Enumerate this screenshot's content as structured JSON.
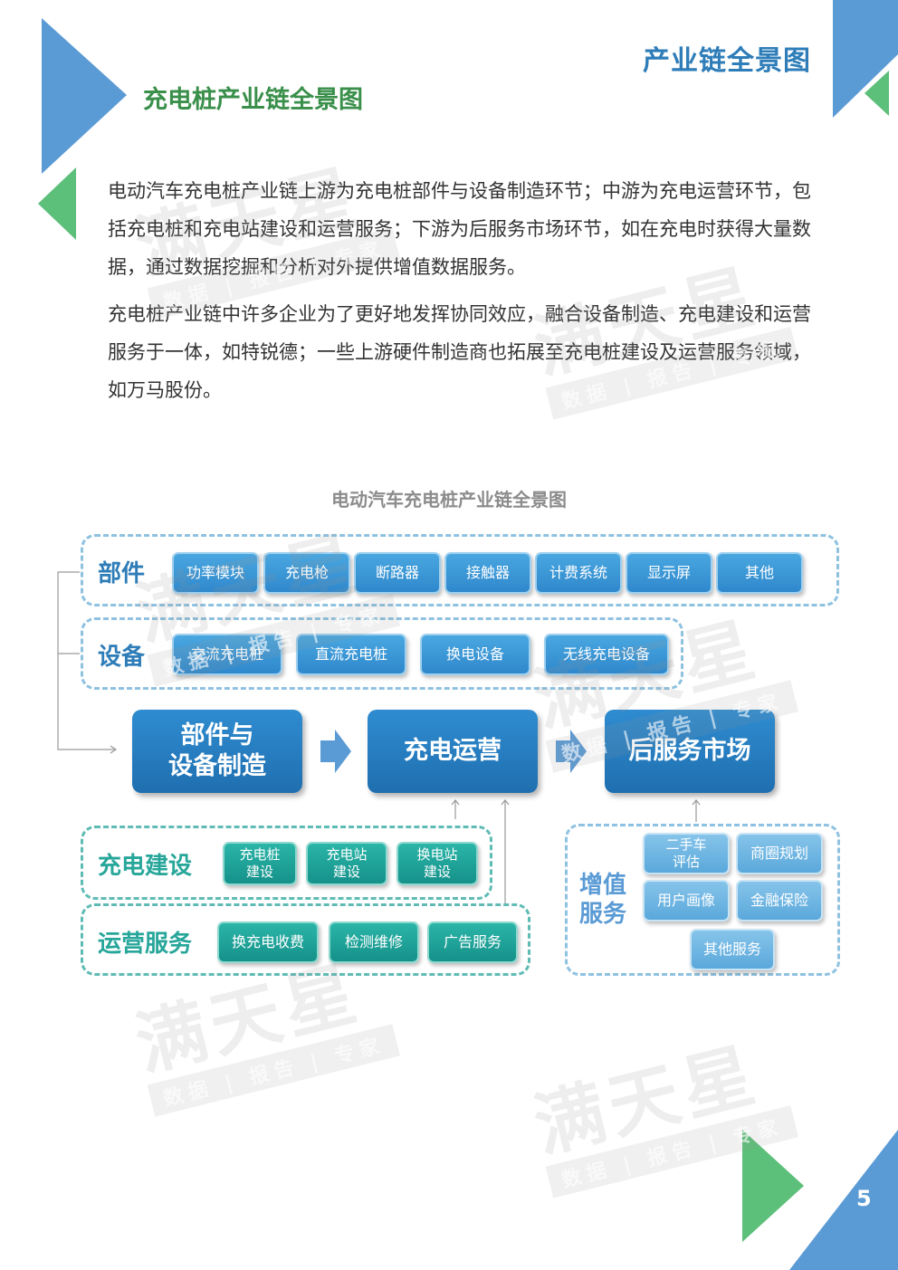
{
  "header": {
    "section_title": "产业链全景图"
  },
  "page": {
    "title": "充电桩产业链全景图",
    "number": "5"
  },
  "paragraphs": [
    "电动汽车充电桩产业链上游为充电桩部件与设备制造环节；中游为充电运营环节，包括充电桩和充电站建设和运营服务；下游为后服务市场环节，如在充电时获得大量数据，通过数据挖掘和分析对外提供增值数据服务。",
    "充电桩产业链中许多企业为了更好地发挥协同效应，融合设备制造、充电建设和运营服务于一体，如特锐德；一些上游硬件制造商也拓展至充电桩建设及运营服务领域，如万马股份。"
  ],
  "diagram": {
    "title": "电动汽车充电桩产业链全景图",
    "parts": {
      "label": "部件",
      "items": [
        "功率模块",
        "充电枪",
        "断路器",
        "接触器",
        "计费系统",
        "显示屏",
        "其他"
      ]
    },
    "equipment": {
      "label": "设备",
      "items": [
        "交流充电桩",
        "直流充电桩",
        "换电设备",
        "无线充电设备"
      ]
    },
    "stages": [
      "部件与\n设备制造",
      "充电运营",
      "后服务市场"
    ],
    "construction": {
      "label": "充电建设",
      "items": [
        "充电桩\n建设",
        "充电站\n建设",
        "换电站\n建设"
      ]
    },
    "operation": {
      "label": "运营服务",
      "items": [
        "换充电收费",
        "检测维修",
        "广告服务"
      ]
    },
    "value_added": {
      "label": "增值\n服务",
      "items": [
        "二手车\n评估",
        "商圈规划",
        "用户画像",
        "金融保险",
        "其他服务"
      ]
    }
  },
  "watermark": {
    "brand": "满天星",
    "tagline": "数据 | 报告 | 专家"
  },
  "colors": {
    "blue": "#5b9bd5",
    "green": "#5cbf7a",
    "title_blue": "#2e7db8",
    "title_green": "#3a8f4b"
  }
}
